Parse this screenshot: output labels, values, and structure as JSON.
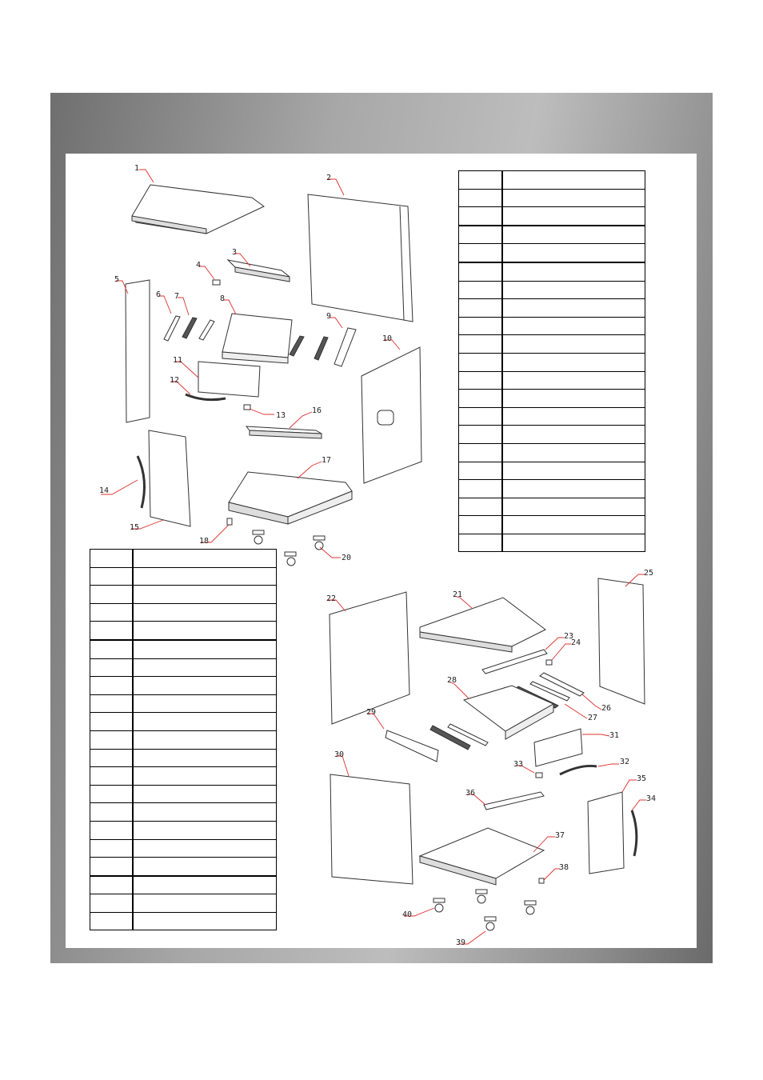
{
  "callouts": [
    {
      "id": "1",
      "label": "1"
    },
    {
      "id": "2",
      "label": "2"
    },
    {
      "id": "3",
      "label": "3"
    },
    {
      "id": "4",
      "label": "4"
    },
    {
      "id": "5",
      "label": "5"
    },
    {
      "id": "6",
      "label": "6"
    },
    {
      "id": "7",
      "label": "7"
    },
    {
      "id": "8",
      "label": "8"
    },
    {
      "id": "9",
      "label": "9"
    },
    {
      "id": "10",
      "label": "10"
    },
    {
      "id": "11",
      "label": "11"
    },
    {
      "id": "12",
      "label": "12"
    },
    {
      "id": "13",
      "label": "13"
    },
    {
      "id": "14",
      "label": "14"
    },
    {
      "id": "15",
      "label": "15"
    },
    {
      "id": "16",
      "label": "16"
    },
    {
      "id": "17",
      "label": "17"
    },
    {
      "id": "18",
      "label": "18"
    },
    {
      "id": "20",
      "label": "20"
    },
    {
      "id": "21",
      "label": "21"
    },
    {
      "id": "22",
      "label": "22"
    },
    {
      "id": "23",
      "label": "23"
    },
    {
      "id": "24",
      "label": "24"
    },
    {
      "id": "25",
      "label": "25"
    },
    {
      "id": "26",
      "label": "26"
    },
    {
      "id": "27",
      "label": "27"
    },
    {
      "id": "28",
      "label": "28"
    },
    {
      "id": "29",
      "label": "29"
    },
    {
      "id": "30",
      "label": "30"
    },
    {
      "id": "31",
      "label": "31"
    },
    {
      "id": "32",
      "label": "32"
    },
    {
      "id": "33",
      "label": "33"
    },
    {
      "id": "34",
      "label": "34"
    },
    {
      "id": "35",
      "label": "35"
    },
    {
      "id": "36",
      "label": "36"
    },
    {
      "id": "37",
      "label": "37"
    },
    {
      "id": "38",
      "label": "38"
    },
    {
      "id": "39",
      "label": "39"
    },
    {
      "id": "40",
      "label": "40"
    }
  ],
  "tables": {
    "parts_upper": {
      "rows": 21
    },
    "parts_lower": {
      "rows": 21
    }
  },
  "colors": {
    "leader_line": "#e03030",
    "frame_dark": "#6f6f6f",
    "frame_light": "#bdbdbd"
  }
}
